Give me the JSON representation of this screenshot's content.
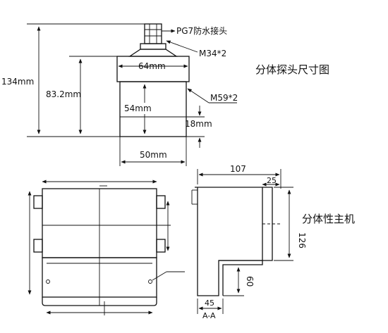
{
  "probe": {
    "title": "分体探头尺寸图",
    "cable_gland_label": "PG7防水接头",
    "top_thread_label": "M34*2",
    "bottom_thread_label": "M59*2",
    "dims": {
      "total_height": "134mm",
      "upper_height": "83.2mm",
      "top_width": "64mm",
      "body_height": "54mm",
      "thread_length": "18mm",
      "body_width": "50mm"
    }
  },
  "host": {
    "title": "分体性主机",
    "dims": {
      "depth": "107",
      "flange": "25",
      "height": "126",
      "lower_height": "60",
      "base_width": "45",
      "section_label": "A-A"
    }
  }
}
